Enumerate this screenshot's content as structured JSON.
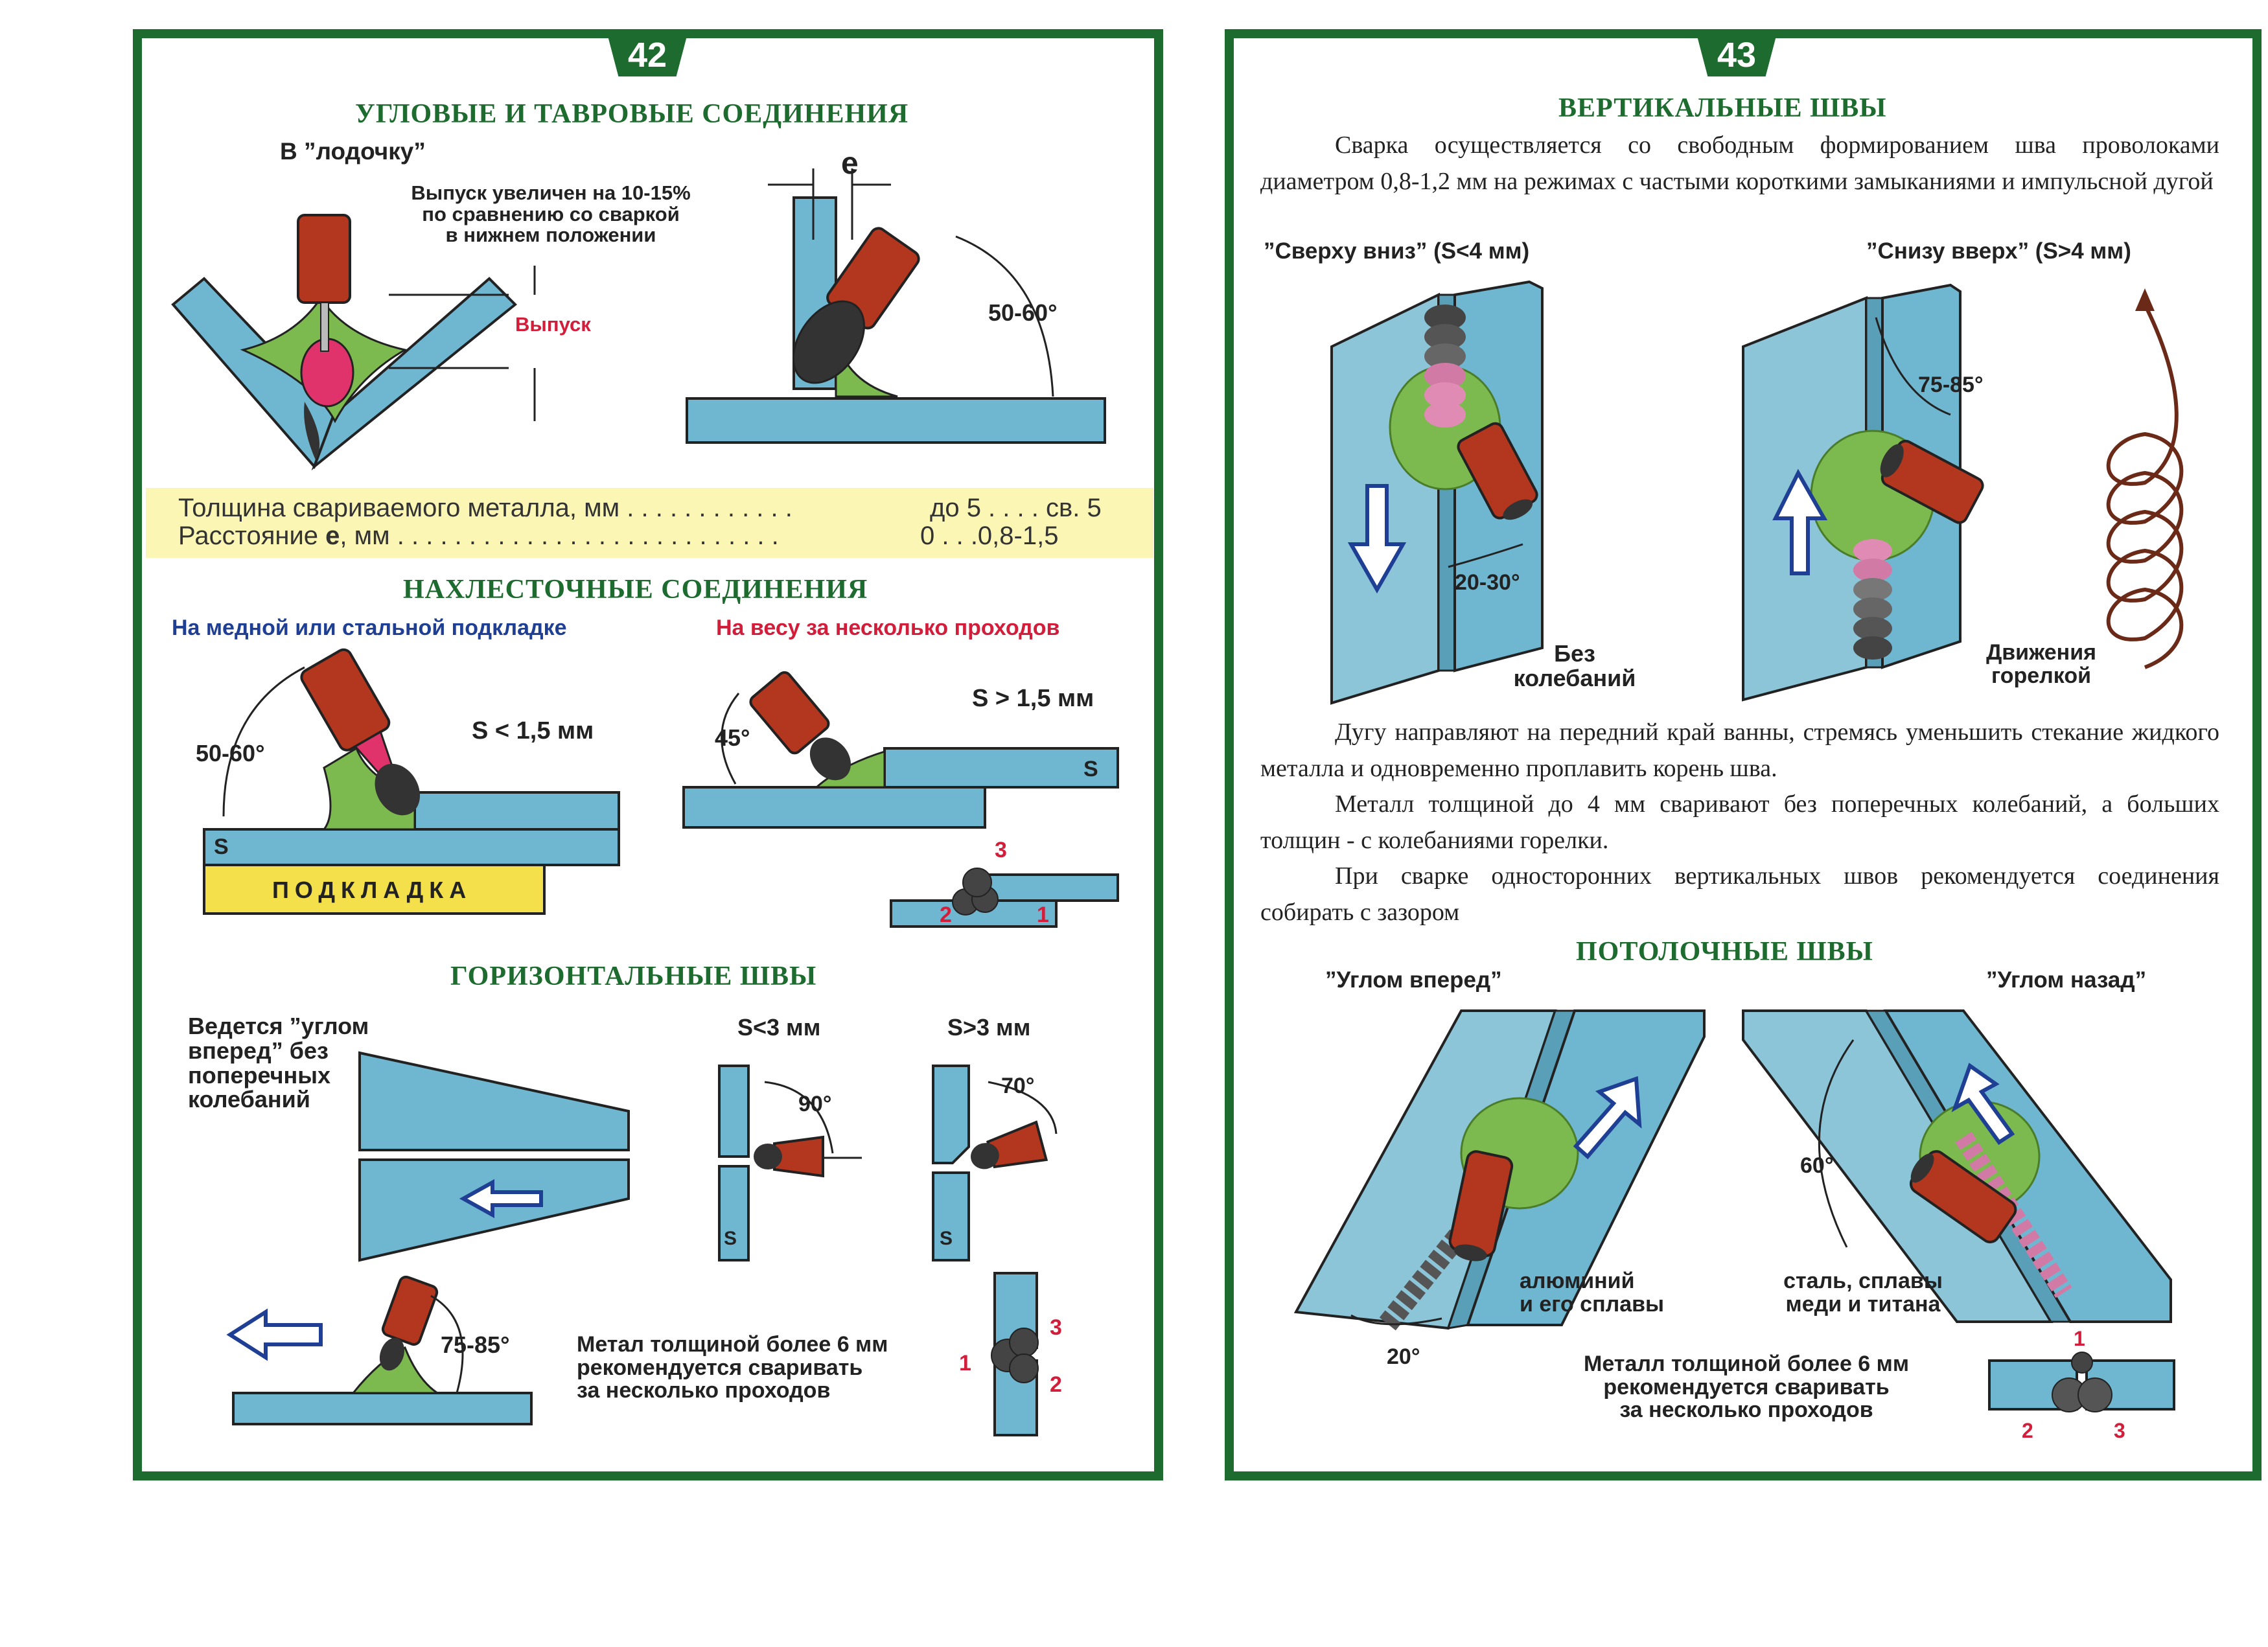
{
  "left_page": {
    "page_number": "42",
    "fillet": {
      "title": "УГЛОВЫЕ И ТАВРОВЫЕ СОЕДИНЕНИЯ",
      "subtitle": "В ”лодочку”",
      "note": "Выпуск увеличен на 10-15%\nпо сравнению со сваркой\nв нижнем положении",
      "vypusk_label": "Выпуск",
      "e_label": "e",
      "angle_label": "50-60°",
      "table": {
        "row1_label": "Толщина свариваемого металла, мм . . . . . . . . . . . .",
        "row1_values": "до 5 . . . . св. 5",
        "row2_label_prefix": "Расстояние ",
        "row2_label_bold": "е",
        "row2_label_suffix": ", мм  . . . . . . . . . . . . . . . . . . . . . . . . . . .",
        "row2_values": "0 . . .0,8-1,5"
      }
    },
    "lap": {
      "title": "НАХЛЕСТОЧНЫЕ СОЕДИНЕНИЯ",
      "left_caption": "На медной или стальной подкладке",
      "right_caption": "На весу за несколько проходов",
      "s_small": "S < 1,5 мм",
      "s_large": "S > 1,5 мм",
      "angle_left": "50-60°",
      "angle_right": "45°",
      "s_mark": "S",
      "backing_label": "ПОДКЛАДКА",
      "pass_1": "1",
      "pass_2": "2",
      "pass_3": "3"
    },
    "horizontal": {
      "title": "ГОРИЗОНТАЛЬНЫЕ ШВЫ",
      "note": "Ведется ”углом\nвперед” без\nпоперечных\nколебаний",
      "s_lt3": "S<3 мм",
      "s_gt3": "S>3 мм",
      "angle_90": "90°",
      "angle_70": "70°",
      "s_mark": "S",
      "angle_75_85": "75-85°",
      "multi_pass_note": "Метал толщиной более 6 мм\nрекомендуется сваривать\nза несколько проходов",
      "pass_1": "1",
      "pass_2": "2",
      "pass_3": "3"
    }
  },
  "right_page": {
    "page_number": "43",
    "vertical": {
      "title": "ВЕРТИКАЛЬНЫЕ ШВЫ",
      "intro": "Сварка осуществляется со свободным формированием шва проволоками диаметром 0,8-1,2 мм на режимах с частыми короткими замыканиями и импульсной дугой",
      "top_down_label": "”Сверху вниз” (S<4  мм)",
      "bottom_up_label": "”Снизу вверх” (S>4  мм)",
      "angle_20_30": "20-30°",
      "angle_75_85": "75-85°",
      "no_oscillation": "Без\nколебаний",
      "torch_motion": "Движения\nгорелкой",
      "para1": "Дугу направляют на передний край ванны, стремясь уменьшить стекание жидкого металла и одновременно проплавить корень шва.",
      "para2": "Металл толщиной до 4 мм сваривают без поперечных колебаний, а больших толщин - с колебаниями горелки.",
      "para3": "При сварке односторонних вертикальных швов рекомендуется соединения собирать с зазором"
    },
    "overhead": {
      "title": "ПОТОЛОЧНЫЕ ШВЫ",
      "forward_label": "”Углом вперед”",
      "backward_label": "”Углом назад”",
      "aluminium_label": "алюминий\nи его сплавы",
      "steel_label": "сталь, сплавы\nмеди и титана",
      "angle_20": "20°",
      "angle_60": "60°",
      "multi_pass_note": "Металл толщиной более 6 мм\nрекомендуется сваривать\nза несколько проходов",
      "pass_1": "1",
      "pass_2": "2",
      "pass_3": "3"
    }
  },
  "colors": {
    "frame_green": "#1d6b2e",
    "metal_blue": "#6fb6d0",
    "torch_red": "#b3361f",
    "weld_green": "#7cba4f",
    "table_yellow": "#fbf6b4",
    "accent_red": "#d21d3b",
    "caption_blue": "#1f3f94",
    "backing_yellow": "#f4e04a"
  },
  "icons": {
    "direction_arrow": "arrow-icon",
    "torch": "welding-torch-icon",
    "spiral_motion": "spiral-motion-icon"
  }
}
